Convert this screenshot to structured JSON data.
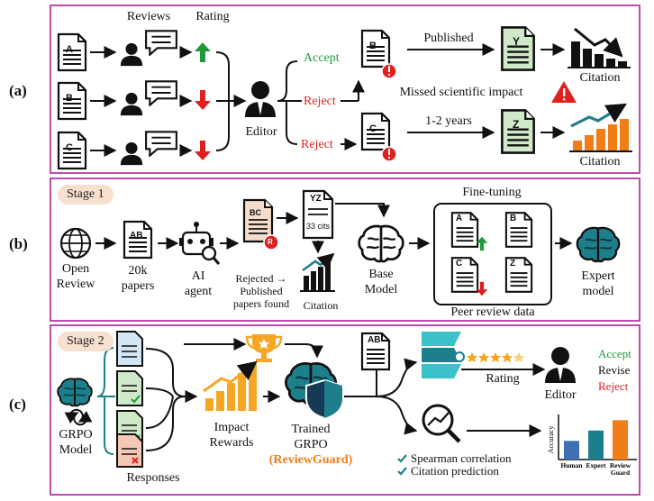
{
  "panel_a": {
    "tag": "(a)",
    "reviews": "Reviews",
    "rating": "Rating",
    "editor": "Editor",
    "accept": "Accept",
    "reject_1": "Reject",
    "reject_2": "Reject",
    "published": "Published",
    "missed": "Missed scientific impact",
    "years": "1-2 years",
    "citation_1": "Citation",
    "citation_2": "Citation",
    "doc_a": "A",
    "doc_b": "B",
    "doc_c": "C",
    "doc_b2": "B",
    "doc_c2": "C",
    "doc_y": "Y",
    "doc_z": "Z"
  },
  "panel_b": {
    "tag": "(b)",
    "stage": "Stage 1",
    "open": "Open",
    "review": "Review",
    "papers_count": "20k",
    "papers": "papers",
    "ai": "AI",
    "agent": "agent",
    "rejected_line1": "Rejected →",
    "rejected_line2": "Published",
    "rejected_line3": "papers found",
    "citation": "Citation",
    "cits": "33 cits",
    "base": "Base",
    "model": "Model",
    "finetuning": "Fine-tuning",
    "peer": "Peer review data",
    "expert": "Expert",
    "expert_model": "model",
    "doc_ab": "AB",
    "doc_bc": "BC",
    "doc_yz": "YZ",
    "grid_a": "A",
    "grid_b": "B",
    "grid_c": "C",
    "grid_z": "Z",
    "badge_r": "R"
  },
  "panel_c": {
    "tag": "(c)",
    "stage": "Stage 2",
    "grpo": "GRPO",
    "grpo_model": "Model",
    "responses": "Responses",
    "impact": "Impact",
    "rewards": "Rewards",
    "trained": "Trained",
    "trained_grpo": "GRPO",
    "reviewguard": "(ReviewGuard)",
    "rating": "Rating",
    "editor": "Editor",
    "accept": "Accept",
    "revise": "Revise",
    "reject": "Reject",
    "spearman": "Spearman correlation",
    "citation_pred": "Citation prediction",
    "doc_ab": "AB",
    "chart_ylabel": "Accuracy"
  },
  "chart_data": {
    "type": "bar",
    "categories": [
      "Human",
      "Expert",
      "Review Guard"
    ],
    "values": [
      0.45,
      0.7,
      0.95
    ],
    "ylabel": "Accuracy",
    "colors": [
      "#3f6fb5",
      "#1e7f8c",
      "#f07d16"
    ]
  }
}
